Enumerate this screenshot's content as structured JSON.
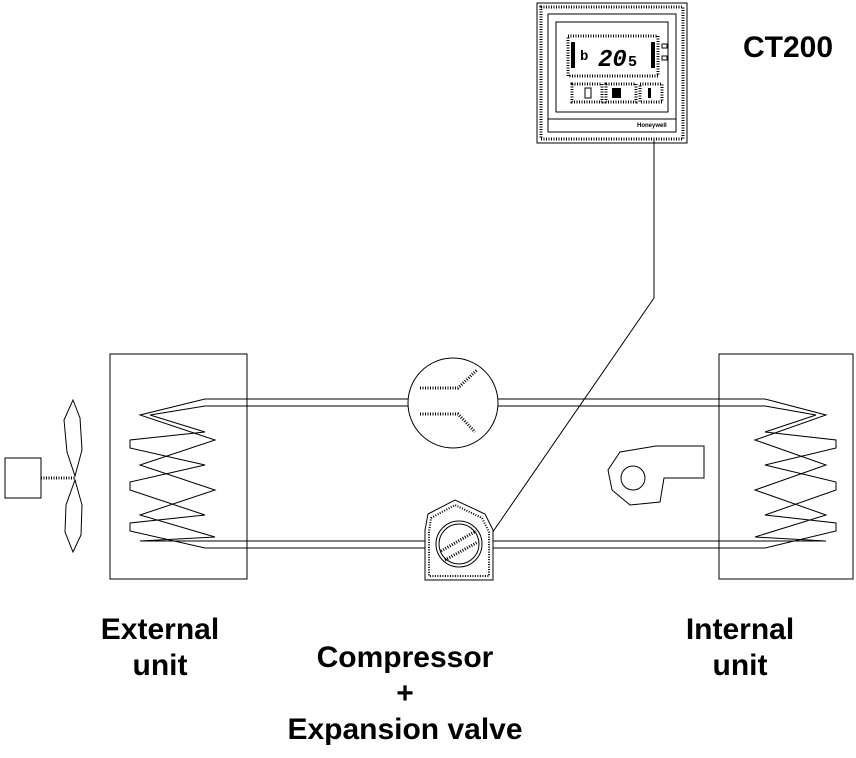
{
  "thermostat": {
    "model_label": "CT200",
    "display_temp_main": "20",
    "display_temp_decimal": "5",
    "brand": "Honeywell"
  },
  "labels": {
    "external_unit": [
      "External",
      "unit"
    ],
    "internal_unit": [
      "Internal",
      "unit"
    ],
    "compressor": [
      "Compressor",
      "+",
      "Expansion valve"
    ]
  }
}
